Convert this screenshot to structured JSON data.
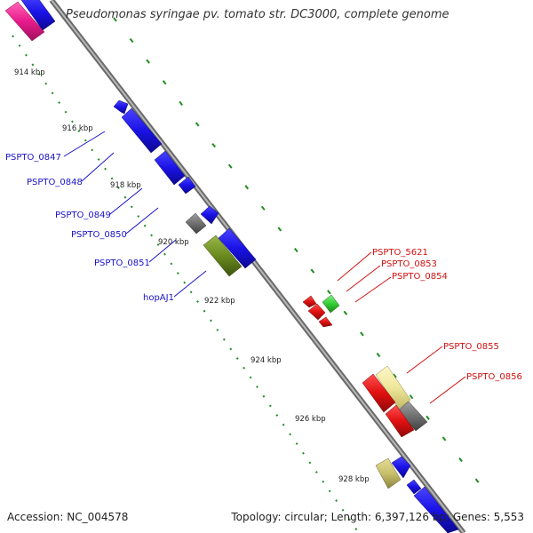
{
  "title": "Pseudomonas syringae pv. tomato str. DC3000, complete genome",
  "footer": {
    "accession": "Accession: NC_004578",
    "summary": "Topology: circular; Length: 6,397,126 bp; Genes: 5,553"
  },
  "colors": {
    "blue": "#1a12e6",
    "red": "#e01010",
    "magenta": "#e81a8c",
    "green": "#33cc33",
    "olive": "#6b8a1e",
    "khaki": "#c8bf6a",
    "cream": "#efe79a",
    "gray": "#707070",
    "backbone": "#909090",
    "tick": "#1e8c1e",
    "label_left": "#1a12c8",
    "label_right": "#d01010"
  },
  "tick_labels": [
    "914 kbp",
    "916 kbp",
    "918 kbp",
    "920 kbp",
    "922 kbp",
    "924 kbp",
    "926 kbp",
    "928 kbp"
  ],
  "genes": {
    "left_strand": [
      {
        "label": "PSPTO_0847",
        "color": "blue"
      },
      {
        "label": "PSPTO_0848",
        "color": "blue"
      },
      {
        "label": "PSPTO_0849",
        "color": "blue"
      },
      {
        "label": "PSPTO_0850",
        "color": "blue"
      },
      {
        "label": "PSPTO_0851",
        "color": "blue"
      },
      {
        "label": "hopAJ1",
        "color": "olive"
      }
    ],
    "right_strand": [
      {
        "label": "PSPTO_5621",
        "color": "green"
      },
      {
        "label": "PSPTO_0853",
        "color": "red"
      },
      {
        "label": "PSPTO_0854",
        "color": "red"
      },
      {
        "label": "PSPTO_0855",
        "color": "cream"
      },
      {
        "label": "PSPTO_0856",
        "color": "gray"
      }
    ]
  }
}
